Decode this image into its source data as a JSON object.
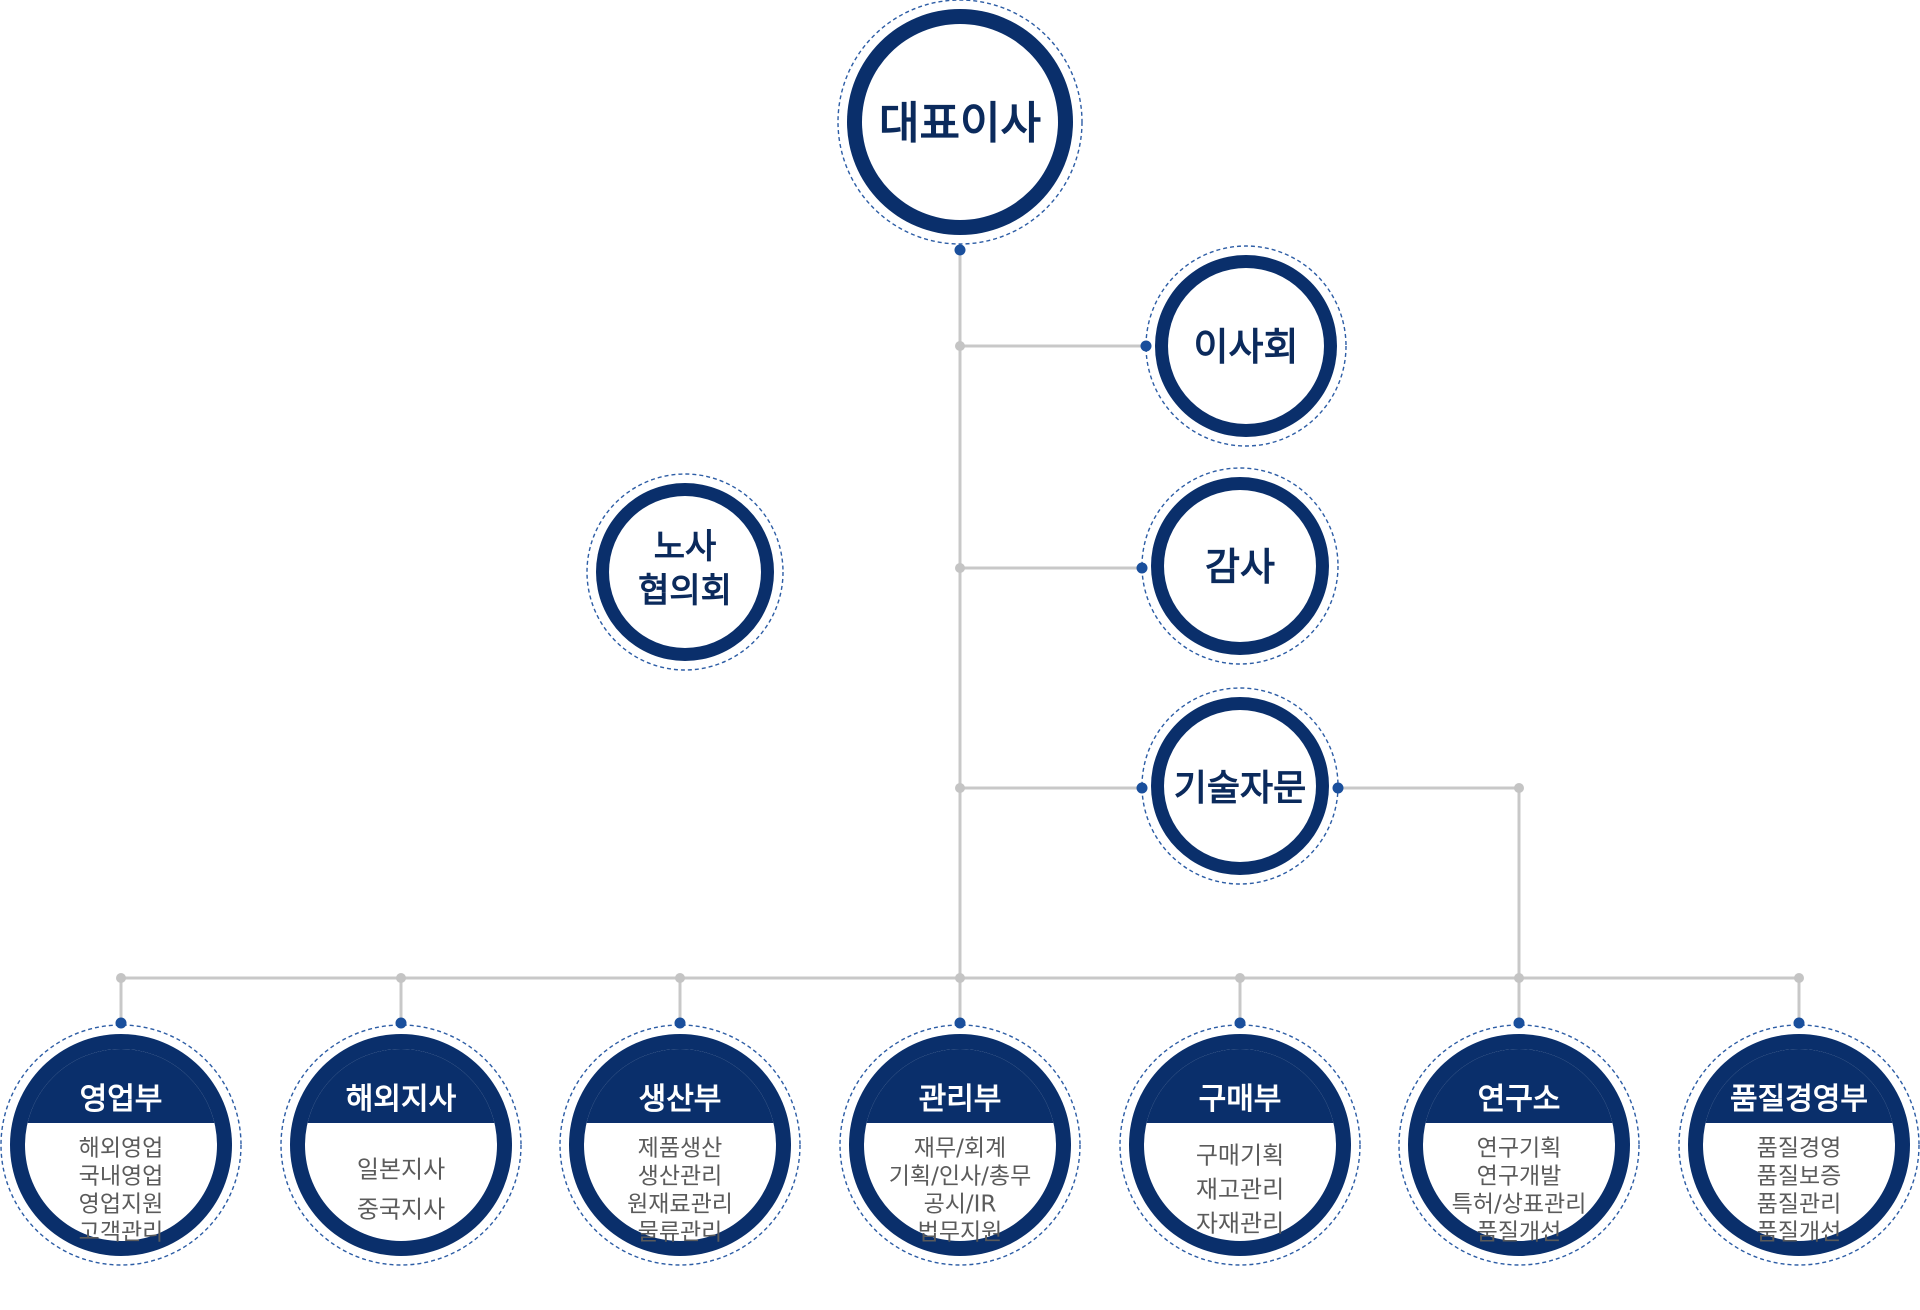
{
  "colors": {
    "navy": "#0a2f6b",
    "line": "#c8c8c8",
    "dot": "#1a4f9c",
    "dash": "#2d5da5"
  },
  "top_nodes": {
    "ceo": {
      "label": "대표이사"
    },
    "board": {
      "label": "이사회"
    },
    "audit": {
      "label": "감사"
    },
    "advisory": {
      "label": "기술자문"
    },
    "labor": {
      "line1": "노사",
      "line2": "협의회"
    }
  },
  "departments": [
    {
      "title": "영업부",
      "items": [
        "해외영업",
        "국내영업",
        "영업지원",
        "고객관리"
      ]
    },
    {
      "title": "해외지사",
      "items": [
        "일본지사",
        "중국지사"
      ]
    },
    {
      "title": "생산부",
      "items": [
        "제품생산",
        "생산관리",
        "원재료관리",
        "물류관리"
      ]
    },
    {
      "title": "관리부",
      "items": [
        "재무/회계",
        "기획/인사/총무",
        "공시/IR",
        "법무지원"
      ]
    },
    {
      "title": "구매부",
      "items": [
        "구매기획",
        "재고관리",
        "자재관리"
      ]
    },
    {
      "title": "연구소",
      "items": [
        "연구기획",
        "연구개발",
        "특허/상표관리",
        "품질개선"
      ]
    },
    {
      "title": "품질경영부",
      "items": [
        "품질경영",
        "품질보증",
        "품질관리",
        "품질개선"
      ]
    }
  ]
}
